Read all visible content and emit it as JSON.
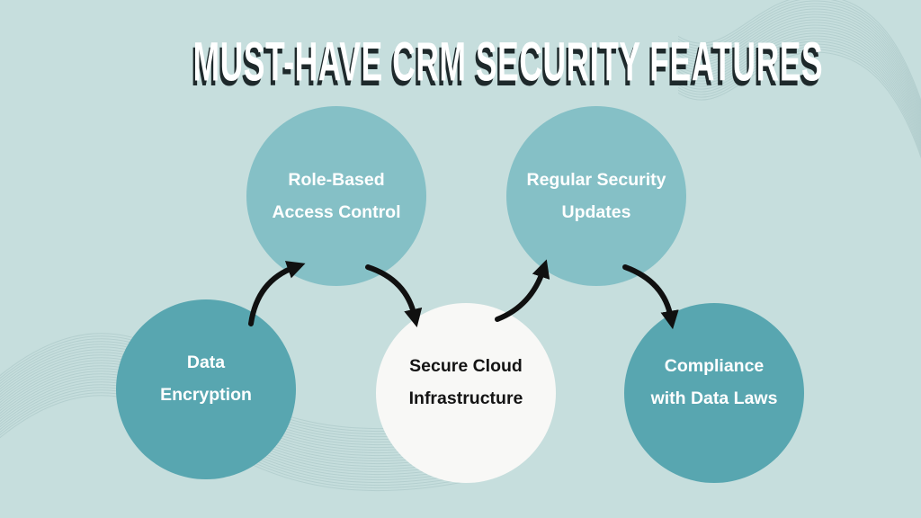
{
  "title": "MUST-HAVE CRM SECURITY FEATURES",
  "nodes": {
    "data_encryption": {
      "lines": [
        "Data",
        "Encryption"
      ]
    },
    "role_based": {
      "lines": [
        "Role-Based",
        "Access Control"
      ]
    },
    "secure_cloud": {
      "lines": [
        "Secure Cloud",
        "Infrastructure"
      ]
    },
    "regular_updates": {
      "lines": [
        "Regular Security",
        "Updates"
      ]
    },
    "compliance": {
      "lines": [
        "Compliance",
        "with Data Laws"
      ]
    }
  },
  "flow": [
    {
      "from": "Data Encryption",
      "to": "Role-Based Access Control"
    },
    {
      "from": "Role-Based Access Control",
      "to": "Secure Cloud Infrastructure"
    },
    {
      "from": "Secure Cloud Infrastructure",
      "to": "Regular Security Updates"
    },
    {
      "from": "Regular Security Updates",
      "to": "Compliance with Data Laws"
    }
  ],
  "colors": {
    "background": "#c6dedd",
    "circle_medium": "#85c0c6",
    "circle_dark": "#58a6b0",
    "circle_light": "#f8f8f6",
    "arrow": "#101010",
    "title_text": "#ffffff",
    "title_shadow": "#1e292b",
    "wave_line": "#a5c3c3"
  }
}
